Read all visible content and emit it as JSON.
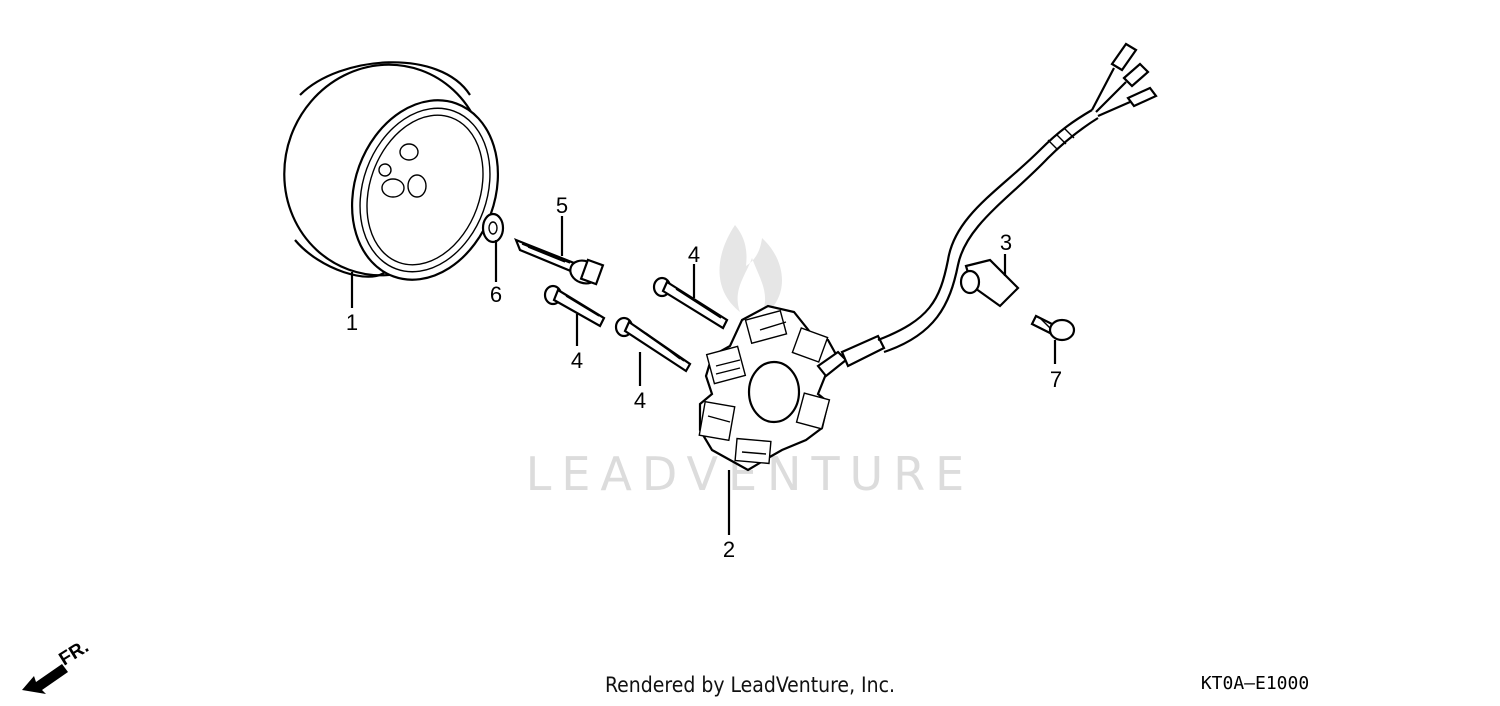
{
  "watermark": "LEADVENTURE",
  "callouts": {
    "c1": "1",
    "c2": "2",
    "c3": "3",
    "c4a": "4",
    "c4b": "4",
    "c4c": "4",
    "c5": "5",
    "c6": "6",
    "c7": "7"
  },
  "front_indicator": "FR.",
  "credit": "Rendered by LeadVenture, Inc.",
  "diagram_code": "KT0A—E1000"
}
